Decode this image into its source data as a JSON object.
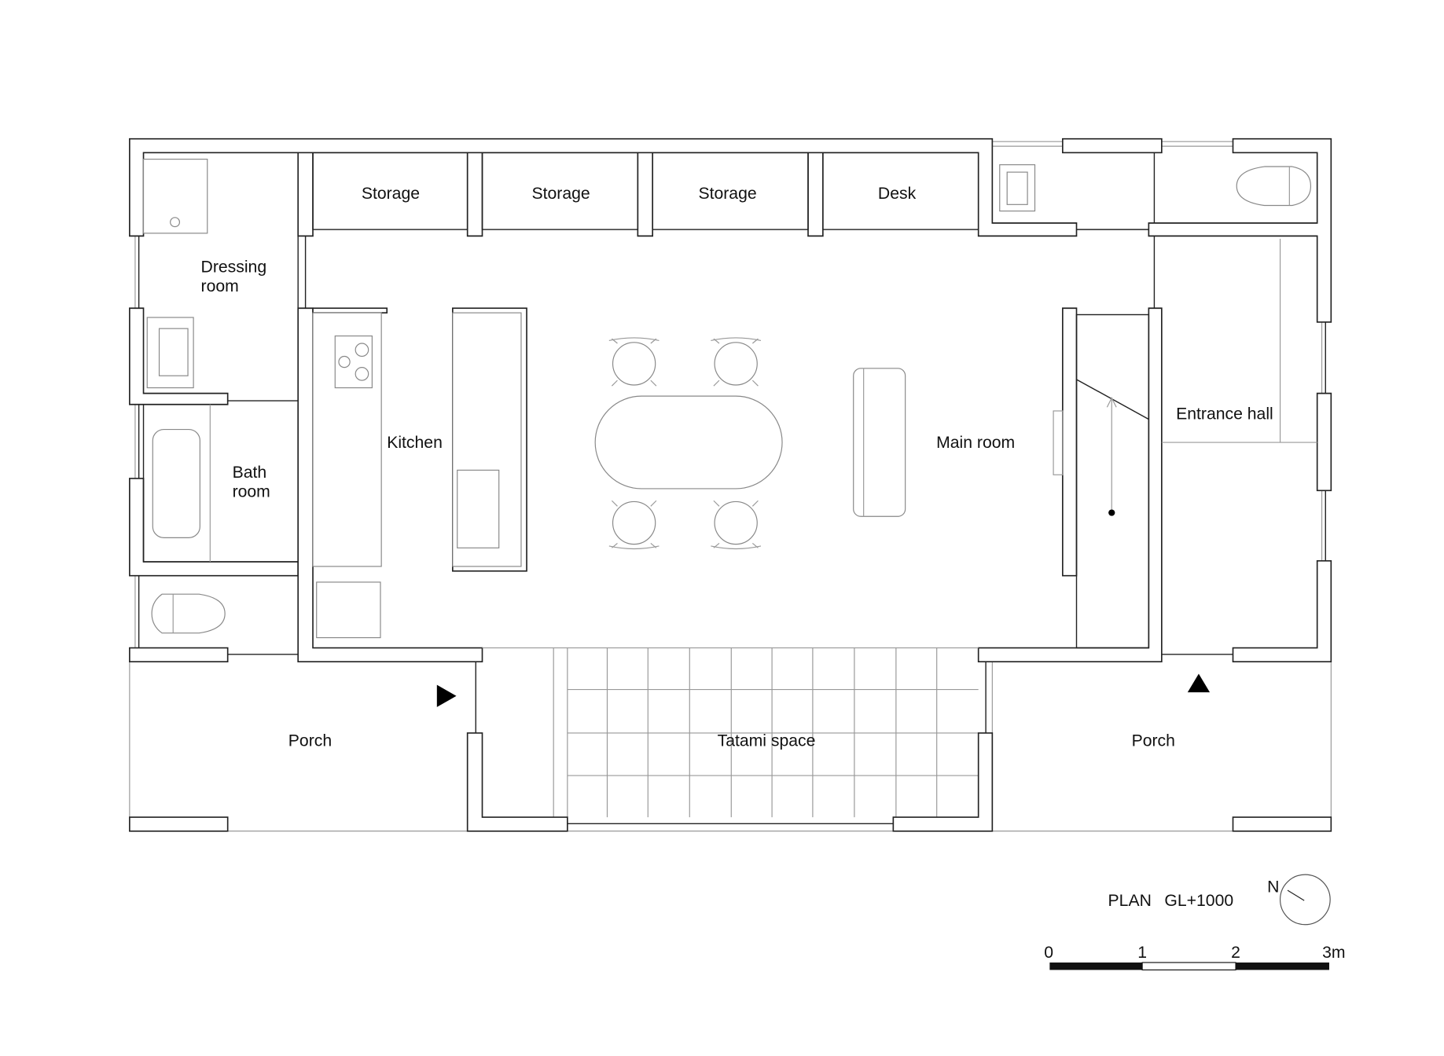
{
  "plan": {
    "title": "PLAN",
    "level": "GL+1000",
    "rooms": {
      "storage_1": "Storage",
      "storage_2": "Storage",
      "storage_3": "Storage",
      "desk": "Desk",
      "dressing_line1": "Dressing",
      "dressing_line2": "room",
      "bath_line1": "Bath",
      "bath_line2": "room",
      "kitchen": "Kitchen",
      "main_room": "Main room",
      "entrance_hall": "Entrance hall",
      "porch_left": "Porch",
      "tatami": "Tatami space",
      "porch_right": "Porch"
    },
    "compass_label": "N",
    "scale": {
      "ticks": [
        "0",
        "1",
        "2",
        "3m"
      ]
    }
  }
}
